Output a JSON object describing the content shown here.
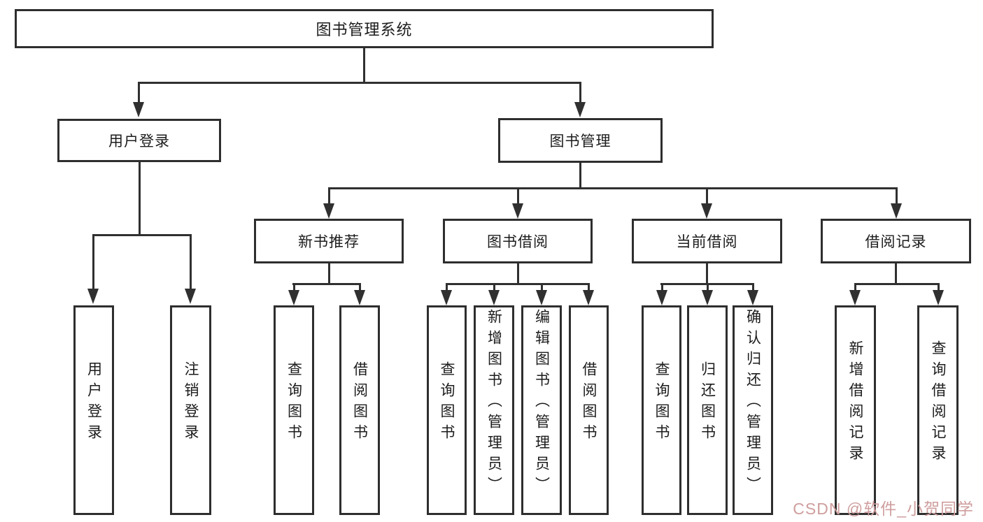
{
  "tree": {
    "label": "图书管理系统",
    "children": [
      {
        "label": "用户登录",
        "children": [
          {
            "label": "用户登录"
          },
          {
            "label": "注销登录"
          }
        ]
      },
      {
        "label": "图书管理",
        "children": [
          {
            "label": "新书推荐",
            "children": [
              {
                "label": "查询图书"
              },
              {
                "label": "借阅图书"
              }
            ]
          },
          {
            "label": "图书借阅",
            "children": [
              {
                "label": "查询图书"
              },
              {
                "label": "新增图书（管理员）"
              },
              {
                "label": "编辑图书（管理员）"
              },
              {
                "label": "借阅图书"
              }
            ]
          },
          {
            "label": "当前借阅",
            "children": [
              {
                "label": "查询图书"
              },
              {
                "label": "归还图书"
              },
              {
                "label": "确认归还（管理员）"
              }
            ]
          },
          {
            "label": "借阅记录",
            "children": [
              {
                "label": "新增借阅记录"
              },
              {
                "label": "查询借阅记录"
              }
            ]
          }
        ]
      }
    ]
  },
  "watermark": {
    "text": "CSDN @软件_小贺同学"
  },
  "colors": {
    "background": "#ffffff",
    "box_border": "#2e2e2e",
    "line": "#303030",
    "text": "#1c1c1c",
    "watermark": "#cf9e9e"
  }
}
